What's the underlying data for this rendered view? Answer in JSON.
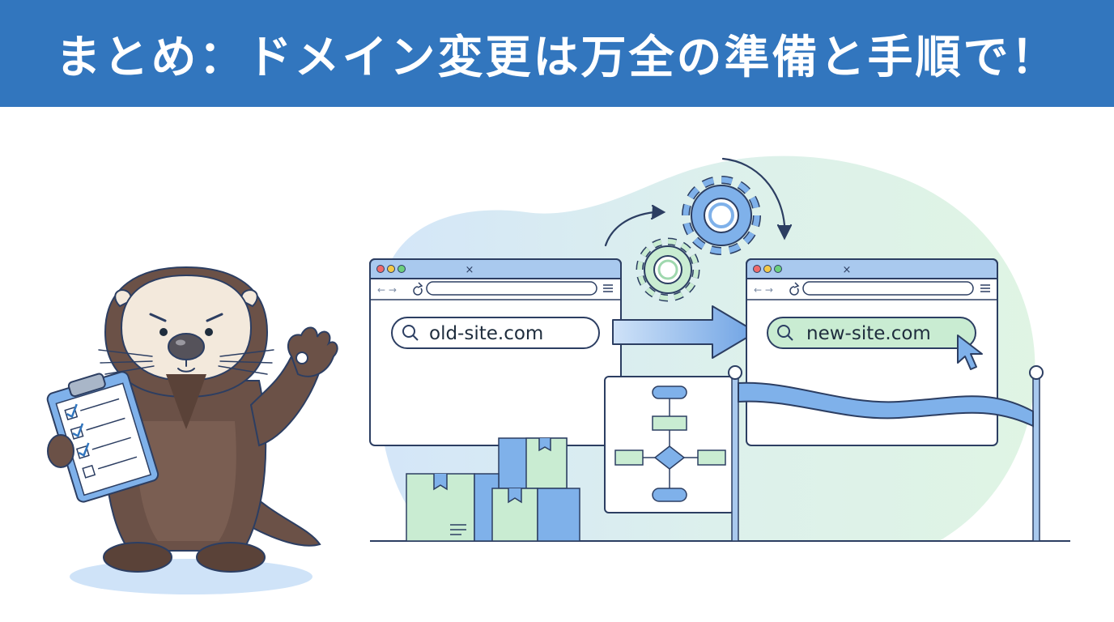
{
  "header": {
    "title": "まとめ：ドメイン変更は万全の準備と手順で！"
  },
  "illustration": {
    "old_browser": {
      "url": "old-site.com"
    },
    "new_browser": {
      "url": "new-site.com"
    },
    "close_glyph": "×"
  },
  "colors": {
    "banner": "#3276be",
    "outline": "#2c3e62",
    "blue_fill": "#7fb1ea",
    "green_fill": "#c9ecd2",
    "otter_brown": "#6b5147",
    "otter_face": "#f3e9dc"
  },
  "icons": [
    "search-icon",
    "gear-icon",
    "arrow-right-icon",
    "cursor-icon",
    "clipboard-icon",
    "checkbox-icon",
    "box-icon",
    "flowchart-icon",
    "ribbon-icon",
    "refresh-icon",
    "menu-icon"
  ]
}
